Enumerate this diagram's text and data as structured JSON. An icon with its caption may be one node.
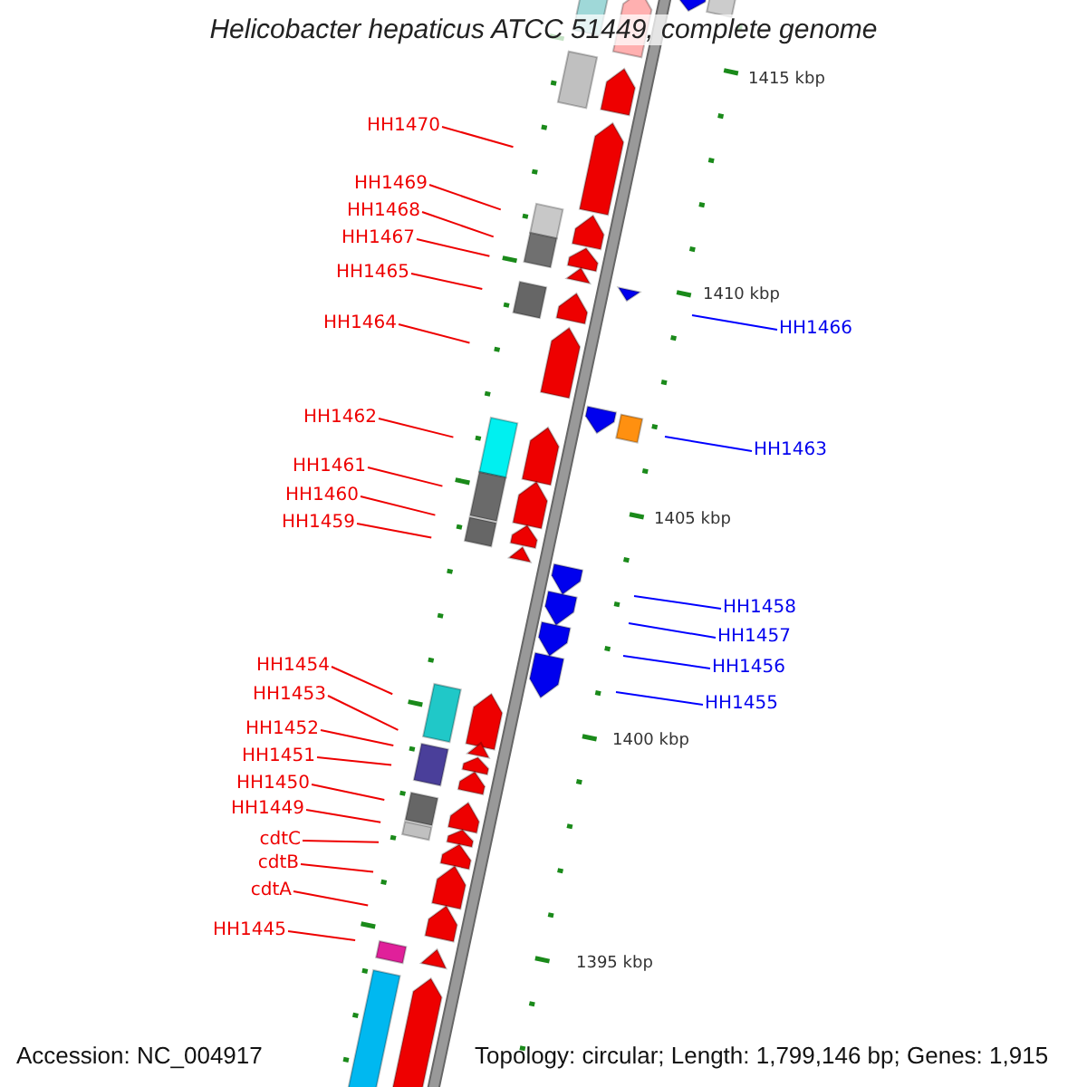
{
  "diagram": {
    "title": "Helicobacter hepaticus ATCC 51449, complete genome",
    "nodes": [
      {
        "text": [
          "HH1470"
        ]
      },
      {
        "text": [
          "HH1469"
        ]
      },
      {
        "text": [
          "HH1468"
        ]
      },
      {
        "text": [
          "HH1467"
        ]
      },
      {
        "text": [
          "HH1465"
        ]
      },
      {
        "text": [
          "HH1464"
        ]
      },
      {
        "text": [
          "HH1462"
        ]
      },
      {
        "text": [
          "HH1461"
        ]
      },
      {
        "text": [
          "HH1460"
        ]
      },
      {
        "text": [
          "HH1459"
        ]
      },
      {
        "text": [
          "HH1454"
        ]
      },
      {
        "text": [
          "HH1453"
        ]
      },
      {
        "text": [
          "HH1452"
        ]
      },
      {
        "text": [
          "HH1451"
        ]
      },
      {
        "text": [
          "HH1450"
        ]
      },
      {
        "text": [
          "HH1449"
        ]
      },
      {
        "text": [
          "cdtC"
        ]
      },
      {
        "text": [
          "cdtB"
        ]
      },
      {
        "text": [
          "cdtA"
        ]
      },
      {
        "text": [
          "HH1445"
        ]
      },
      {
        "text": [
          "HH1466"
        ]
      },
      {
        "text": [
          "HH1463"
        ]
      },
      {
        "text": [
          "HH1458"
        ]
      },
      {
        "text": [
          "HH1457"
        ]
      },
      {
        "text": [
          "HH1456"
        ]
      },
      {
        "text": [
          "HH1455"
        ]
      }
    ],
    "edges": [
      {
        "from": 0,
        "to": null,
        "arrow": "none"
      },
      {
        "from": 1,
        "to": null,
        "arrow": "none"
      },
      {
        "from": 2,
        "to": null,
        "arrow": "none"
      },
      {
        "from": 3,
        "to": null,
        "arrow": "none"
      },
      {
        "from": 4,
        "to": null,
        "arrow": "none"
      },
      {
        "from": 5,
        "to": null,
        "arrow": "none"
      },
      {
        "from": 6,
        "to": null,
        "arrow": "none"
      },
      {
        "from": 7,
        "to": null,
        "arrow": "none"
      },
      {
        "from": 8,
        "to": null,
        "arrow": "none"
      },
      {
        "from": 9,
        "to": null,
        "arrow": "none"
      },
      {
        "from": 10,
        "to": null,
        "arrow": "none"
      },
      {
        "from": 11,
        "to": null,
        "arrow": "none"
      },
      {
        "from": 12,
        "to": null,
        "arrow": "none"
      },
      {
        "from": 13,
        "to": null,
        "arrow": "none"
      },
      {
        "from": 14,
        "to": null,
        "arrow": "none"
      },
      {
        "from": 15,
        "to": null,
        "arrow": "none"
      },
      {
        "from": 16,
        "to": null,
        "arrow": "none"
      },
      {
        "from": 17,
        "to": null,
        "arrow": "none"
      },
      {
        "from": 18,
        "to": null,
        "arrow": "none"
      },
      {
        "from": 19,
        "to": null,
        "arrow": "none"
      },
      {
        "from": 20,
        "to": null,
        "arrow": "none",
        "color": "#0000ff"
      },
      {
        "from": 21,
        "to": null,
        "arrow": "none",
        "color": "#0000ff"
      },
      {
        "from": 22,
        "to": null,
        "arrow": "none",
        "color": "#0000ff"
      },
      {
        "from": 23,
        "to": null,
        "arrow": "none",
        "color": "#0000ff"
      },
      {
        "from": 24,
        "to": null,
        "arrow": "none",
        "color": "#0000ff"
      },
      {
        "from": 25,
        "to": null,
        "arrow": "none",
        "color": "#0000ff"
      }
    ],
    "labels": [
      "1415 kbp",
      "1410 kbp",
      "1405 kbp",
      "1400 kbp",
      "1395 kbp",
      "Accession: NC_004917",
      "Topology: circular; Length: 1,799,146 bp; Genes: 1,915"
    ]
  }
}
